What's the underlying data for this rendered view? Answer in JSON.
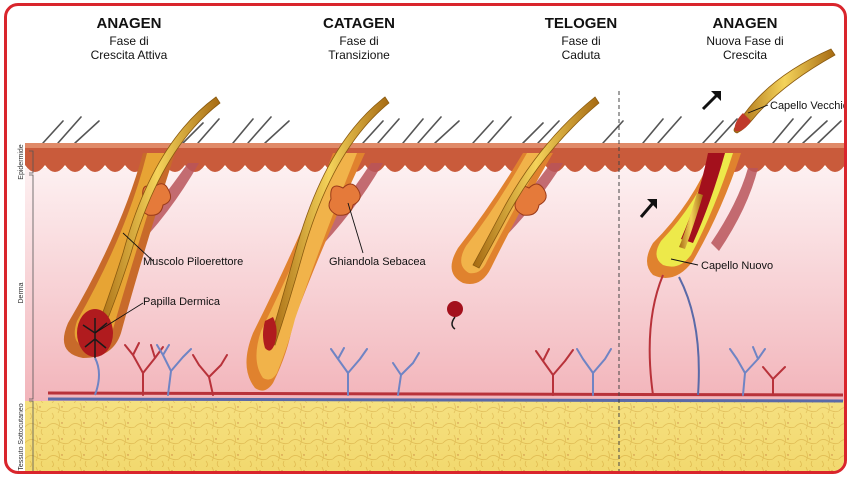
{
  "phases": [
    {
      "title": "ANAGEN",
      "line1": "Fase di",
      "line2": "Crescita Attiva"
    },
    {
      "title": "CATAGEN",
      "line1": "Fase di",
      "line2": "Transizione"
    },
    {
      "title": "TELOGEN",
      "line1": "Fase di",
      "line2": "Caduta"
    },
    {
      "title": "ANAGEN",
      "line1": "Nuova Fase di",
      "line2": "Crescita"
    }
  ],
  "labels": {
    "muscle": "Muscolo Piloerettore",
    "papilla": "Papilla Dermica",
    "gland": "Ghiandola Sebacea",
    "old_hair": "Capello Vecchio",
    "new_hair": "Capello Nuovo"
  },
  "layers": {
    "epidermis": "Epidermide",
    "dermis": "Derma",
    "subcutis": "Tessuto Sottocutaneo"
  },
  "colors": {
    "border": "#d9252c",
    "skin": "#c85a3c",
    "dermis_top": "#fbe7ea",
    "dermis_bottom": "#f2b9bd",
    "fat": "#f3dc74",
    "hair": "#e0b327",
    "bulb": "#e98a23",
    "blood": "#a3101c",
    "vein": "#6f84c4",
    "artery": "#b8323a"
  }
}
